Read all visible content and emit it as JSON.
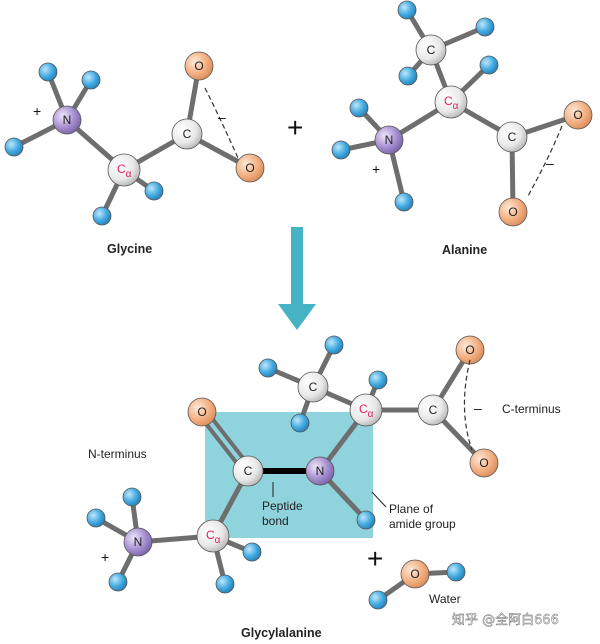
{
  "molecules": {
    "glycine": "Glycine",
    "alanine": "Alanine",
    "product": "Glycylalanine",
    "water": "Water"
  },
  "atoms": {
    "nitrogen": "N",
    "carbon": "C",
    "oxygen": "O",
    "alpha_carbon_symbol": "C",
    "alpha_subscript": "α"
  },
  "charges": {
    "plus": "+",
    "minus": "–"
  },
  "operators": {
    "plus": "+"
  },
  "annotations": {
    "n_terminus": "N-terminus",
    "c_terminus": "C-terminus",
    "peptide_bond_line1": "Peptide",
    "peptide_bond_line2": "bond",
    "plane_line1": "Plane of",
    "plane_line2": "amide group"
  },
  "watermark": "知乎 @全阿白666",
  "colors": {
    "hydrogen": "#3fa9e0",
    "nitrogen": "#a68fd0",
    "oxygen": "#f4b083",
    "carbon": "#e8e8e8",
    "bond": "#6e6e6e",
    "plane": "#8fd3dc",
    "arrow": "#45b3c4",
    "alpha": "#e0205a"
  }
}
